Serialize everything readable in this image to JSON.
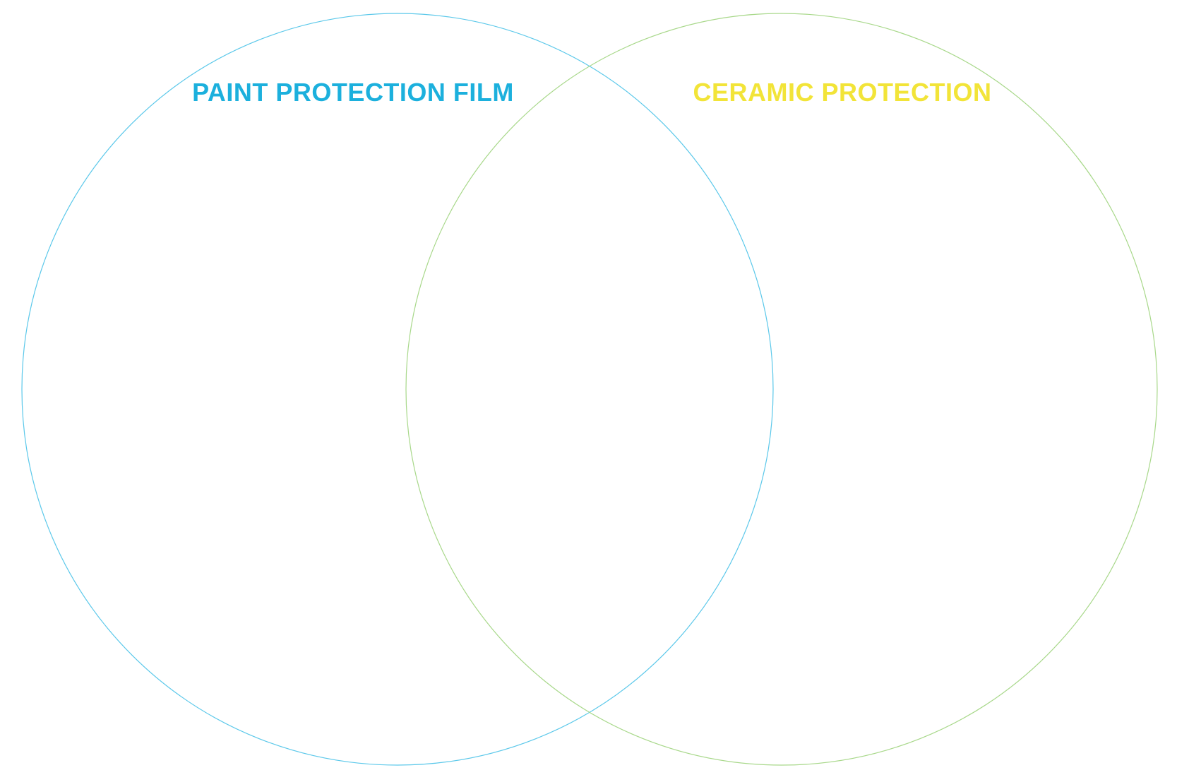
{
  "diagram": {
    "type": "venn",
    "sets": [
      {
        "label": "PAINT PROTECTION FILM",
        "label_color": "#1cb0dd",
        "stroke_color": "#5bc8ea"
      },
      {
        "label": "CERAMIC PROTECTION",
        "label_color": "#f2e438",
        "stroke_color": "#a8d88a"
      }
    ]
  }
}
